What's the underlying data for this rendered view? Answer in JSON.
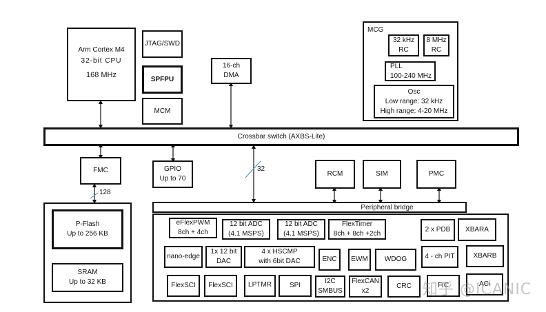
{
  "cpu": {
    "line1": "Arm Cortex M4",
    "line2": "32-bit CPU",
    "line3": "168 MHz"
  },
  "core_blocks": {
    "jtag": "JTAG/SWD",
    "spfpu": "SPFPU",
    "mcm": "MCM"
  },
  "dma": {
    "line1": "16-ch",
    "line2": "DMA"
  },
  "mcg": {
    "title": "MCG",
    "rc32": {
      "line1": "32 kHz",
      "line2": "RC"
    },
    "rc8": {
      "line1": "8 MHz",
      "line2": "RC"
    },
    "pll": {
      "line1": "PLL",
      "line2": "100-240 MHz"
    },
    "osc": {
      "line1": "Osc",
      "line2": "Low range: 32 kHz",
      "line3": "High range: 4-20 MHz"
    }
  },
  "crossbar": {
    "label": "Crossbar switch (AXBS-Lite)"
  },
  "fmc": {
    "label": "FMC",
    "bus_width": "128"
  },
  "gpio": {
    "line1": "GPIO",
    "line2": "Up to 70"
  },
  "bus32": {
    "bus_width": "32"
  },
  "rcm": "RCM",
  "sim": "SIM",
  "pmc": "PMC",
  "memory": {
    "pflash": {
      "line1": "P-Flash",
      "line2": "Up to 256 KB"
    },
    "sram": {
      "line1": "SRAM",
      "line2": "Up to 32 KB"
    }
  },
  "peripheral_bridge": {
    "label": "Peripheral bridge"
  },
  "peripherals": {
    "row1": [
      {
        "line1": "eFlexPWM",
        "line2": "8ch + 4ch"
      },
      {
        "line1": "12 bit ADC",
        "line2": "(4.1 MSPS)"
      },
      {
        "line1": "12 bit ADC",
        "line2": "(4.1 MSPS)"
      },
      {
        "line1": "FlexTimer",
        "line2": "8ch + 8ch +2ch"
      },
      {
        "line1": "2 x PDB",
        "line2": ""
      },
      {
        "line1": "XBARA",
        "line2": ""
      }
    ],
    "row2": [
      {
        "line1": "nano-edge",
        "line2": ""
      },
      {
        "line1": "1x 12 bit",
        "line2": "DAC"
      },
      {
        "line1": "4 x HSCMP",
        "line2": "with 6bit DAC"
      },
      {
        "line1": "ENC",
        "line2": ""
      },
      {
        "line1": "EWM",
        "line2": ""
      },
      {
        "line1": "WDOG",
        "line2": ""
      },
      {
        "line1": "4 - ch PIT",
        "line2": ""
      },
      {
        "line1": "XBARB",
        "line2": ""
      }
    ],
    "row3": [
      {
        "line1": "FlexSCI",
        "line2": ""
      },
      {
        "line1": "FlexSCI",
        "line2": ""
      },
      {
        "line1": "LPTMR",
        "line2": ""
      },
      {
        "line1": "SPI",
        "line2": ""
      },
      {
        "line1": "I2C",
        "line2": "SMBUS"
      },
      {
        "line1": "FlexCAN",
        "line2": "x2"
      },
      {
        "line1": "CRC",
        "line2": ""
      },
      {
        "line1": "FIC",
        "line2": ""
      },
      {
        "line1": "ACi",
        "line2": ""
      }
    ]
  },
  "watermark": "知乎 @ICANIC"
}
